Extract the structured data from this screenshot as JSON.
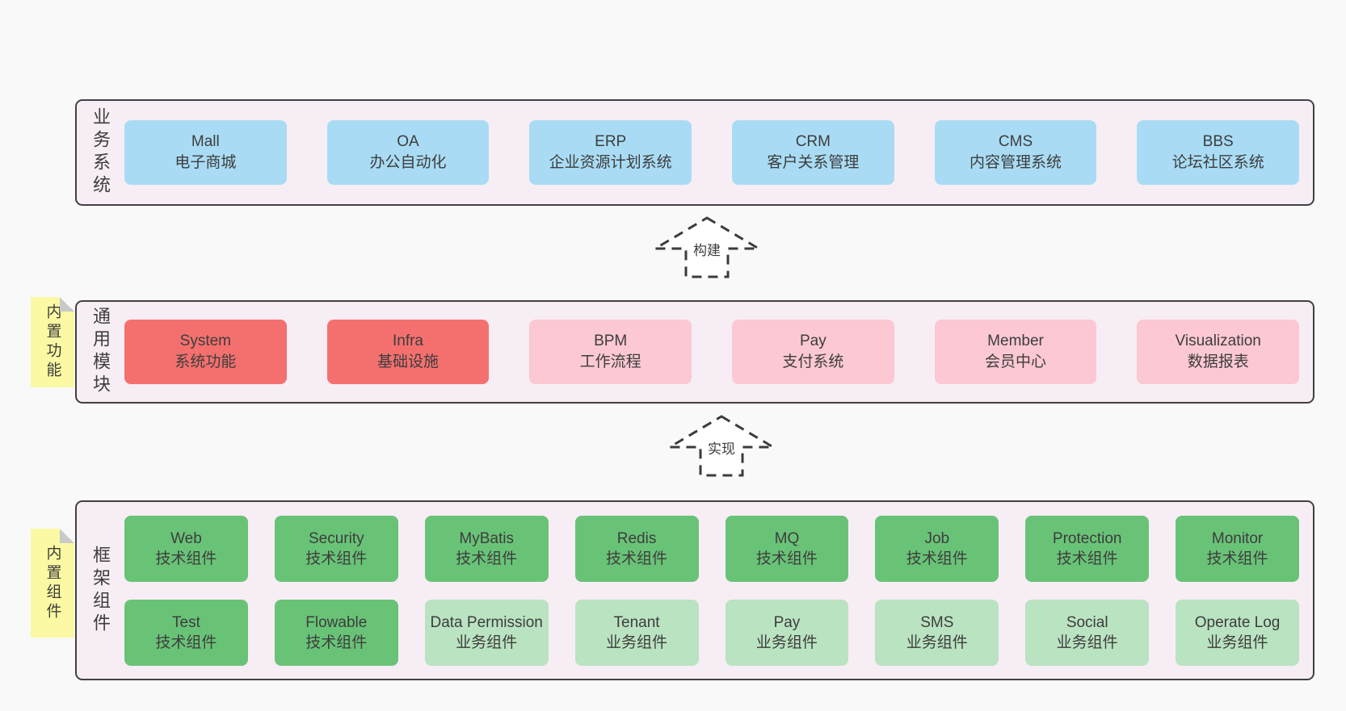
{
  "colors": {
    "page_bg": "#f9f9f9",
    "band_bg": "#f7edf5",
    "band_border": "#414141",
    "blue_box": "#a9dcf4",
    "red_box": "#f4706e",
    "pink_box": "#fbc8d3",
    "green_box": "#69c377",
    "light_green_box": "#bae3c1",
    "sticky_yellow": "#fbf9a3",
    "fold_gray": "#c9c9c9",
    "text": "#3d3d3d"
  },
  "bands": {
    "business": {
      "label": "业务系统",
      "boxes": [
        {
          "name": "Mall",
          "desc": "电子商城"
        },
        {
          "name": "OA",
          "desc": "办公自动化"
        },
        {
          "name": "ERP",
          "desc": "企业资源计划系统"
        },
        {
          "name": "CRM",
          "desc": "客户关系管理"
        },
        {
          "name": "CMS",
          "desc": "内容管理系统"
        },
        {
          "name": "BBS",
          "desc": "论坛社区系统"
        }
      ]
    },
    "module": {
      "label": "通用模块",
      "sticky": "内置功能",
      "boxes": [
        {
          "name": "System",
          "desc": "系统功能"
        },
        {
          "name": "Infra",
          "desc": "基础设施"
        },
        {
          "name": "BPM",
          "desc": "工作流程"
        },
        {
          "name": "Pay",
          "desc": "支付系统"
        },
        {
          "name": "Member",
          "desc": "会员中心"
        },
        {
          "name": "Visualization",
          "desc": "数据报表"
        }
      ]
    },
    "component": {
      "label": "框架组件",
      "sticky": "内置组件",
      "row1": [
        {
          "name": "Web",
          "desc": "技术组件"
        },
        {
          "name": "Security",
          "desc": "技术组件"
        },
        {
          "name": "MyBatis",
          "desc": "技术组件"
        },
        {
          "name": "Redis",
          "desc": "技术组件"
        },
        {
          "name": "MQ",
          "desc": "技术组件"
        },
        {
          "name": "Job",
          "desc": "技术组件"
        },
        {
          "name": "Protection",
          "desc": "技术组件"
        },
        {
          "name": "Monitor",
          "desc": "技术组件"
        }
      ],
      "row2": [
        {
          "name": "Test",
          "desc": "技术组件"
        },
        {
          "name": "Flowable",
          "desc": "技术组件"
        },
        {
          "name": "Data Permission",
          "desc": "业务组件"
        },
        {
          "name": "Tenant",
          "desc": "业务组件"
        },
        {
          "name": "Pay",
          "desc": "业务组件"
        },
        {
          "name": "SMS",
          "desc": "业务组件"
        },
        {
          "name": "Social",
          "desc": "业务组件"
        },
        {
          "name": "Operate Log",
          "desc": "业务组件"
        }
      ]
    }
  },
  "arrows": {
    "build": "构建",
    "implement": "实现"
  }
}
